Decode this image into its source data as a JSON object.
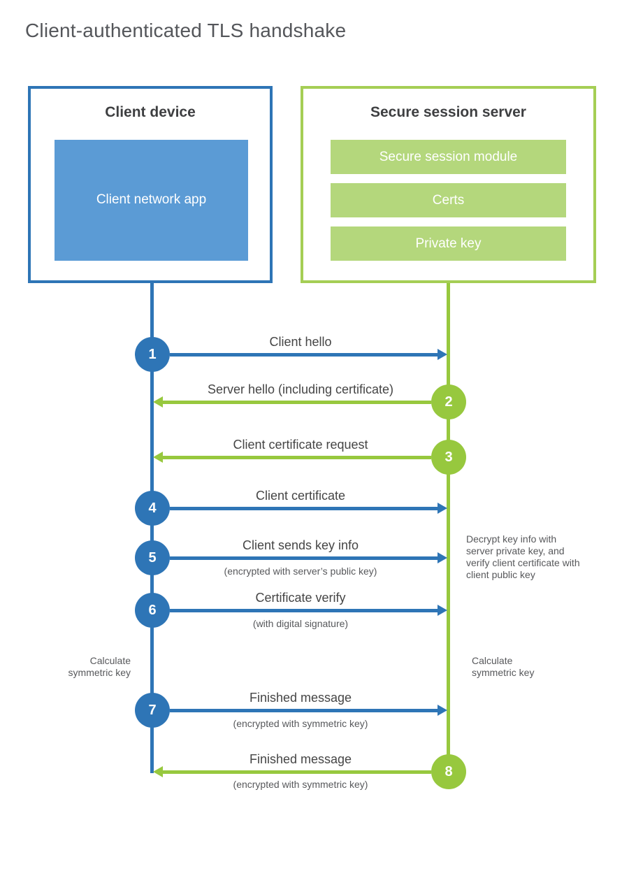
{
  "title": "Client-authenticated TLS handshake",
  "colors": {
    "blue": "#2e75b6",
    "blue_light": "#5b9bd5",
    "green": "#97c83e",
    "green_border": "#a5ce55",
    "green_light": "#b4d77c",
    "text_dark": "#3e3f41",
    "text_gray": "#57585b"
  },
  "client": {
    "title": "Client device",
    "app_label": "Client network app"
  },
  "server": {
    "title": "Secure session server",
    "modules": [
      "Secure session module",
      "Certs",
      "Private key"
    ]
  },
  "steps": [
    {
      "num": "1",
      "from": "client",
      "label": "Client hello",
      "sub": ""
    },
    {
      "num": "2",
      "from": "server",
      "label": "Server hello (including certificate)",
      "sub": ""
    },
    {
      "num": "3",
      "from": "server",
      "label": "Client certificate request",
      "sub": ""
    },
    {
      "num": "4",
      "from": "client",
      "label": "Client certificate",
      "sub": ""
    },
    {
      "num": "5",
      "from": "client",
      "label": "Client sends key info",
      "sub": "(encrypted with server’s public key)"
    },
    {
      "num": "6",
      "from": "client",
      "label": "Certificate verify",
      "sub": "(with digital signature)"
    },
    {
      "num": "7",
      "from": "client",
      "label": "Finished message",
      "sub": "(encrypted with symmetric key)"
    },
    {
      "num": "8",
      "from": "server",
      "label": "Finished message",
      "sub": "(encrypted with symmetric key)"
    }
  ],
  "notes": {
    "decrypt": "Decrypt key info with server private key, and verify client certificate with client public key",
    "calc_left": "Calculate symmetric key",
    "calc_right": "Calculate symmetric key"
  }
}
